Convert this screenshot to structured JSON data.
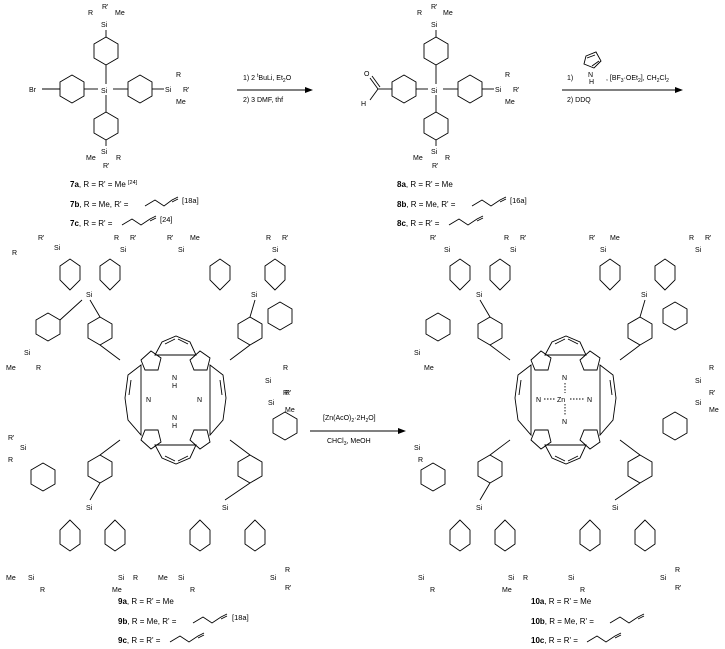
{
  "reaction1": {
    "step1": "1) 2 ",
    "step1_sup": "t",
    "step1_rest": "BuLi, Et",
    "step1_sub": "2",
    "step1_end": "O",
    "step2": "2) 3 DMF, thf"
  },
  "reaction2": {
    "step1": "1)",
    "step1_rest": ", [BF",
    "step1_sub1": "3",
    "step1_mid": "·OEt",
    "step1_sub2": "2",
    "step1_mid2": "], CH",
    "step1_sub3": "2",
    "step1_mid3": "Cl",
    "step1_sub4": "2",
    "step2": "2) DDQ",
    "pyrrole_n": "N",
    "pyrrole_h": "H"
  },
  "reaction3": {
    "line1": "[Zn(AcO)",
    "line1_sub": "2",
    "line1_end": "·2H",
    "line1_sub2": "2",
    "line1_end2": "O]",
    "line2": "CHCl",
    "line2_sub": "3",
    "line2_end": ", MeOH"
  },
  "atoms": {
    "si": "Si",
    "br": "Br",
    "r": "R",
    "rp": "R'",
    "me": "Me",
    "h": "H",
    "o": "O",
    "n": "N",
    "zn": "Zn"
  },
  "labels": {
    "c7a_id": "7a",
    "c7a_text": ", R = R' = Me ",
    "c7a_ref": "[24]",
    "c7b_id": "7b",
    "c7b_text": ", R = Me,  R' = ",
    "c7b_ref": "[18a]",
    "c7c_id": "7c",
    "c7c_text": ", R = R' = ",
    "c7c_ref": "[24]",
    "c8a_id": "8a",
    "c8a_text": ", R = R' = Me",
    "c8b_id": "8b",
    "c8b_text": ", R = Me,  R' = ",
    "c8b_ref": "[16a]",
    "c8c_id": "8c",
    "c8c_text": ", R = R' = ",
    "c9a_id": "9a",
    "c9a_text": ", R = R' = Me",
    "c9b_id": "9b",
    "c9b_text": ", R = Me,  R' = ",
    "c9b_ref": "[18a]",
    "c9c_id": "9c",
    "c9c_text": ", R = R' = ",
    "c10a_id": "10a",
    "c10a_text": ", R = R' = Me",
    "c10b_id": "10b",
    "c10b_text": ", R = Me,  R' = ",
    "c10c_id": "10c",
    "c10c_text": ", R = R' = "
  }
}
